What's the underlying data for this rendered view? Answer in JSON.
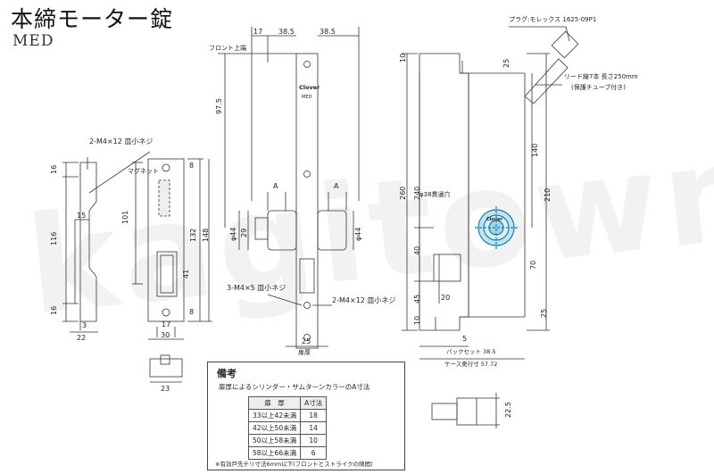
{
  "header": {
    "title": "本締モーター錠",
    "model": "MED"
  },
  "watermark": "kagitown",
  "labels": {
    "screw_top": "2-M4×12 皿小ネジ",
    "magnet": "マグネット",
    "front_edge": "フロント上端",
    "screw_mid": "3-M4×5 皿小ネジ",
    "screw_bottom": "2-M4×12 皿小ネジ",
    "door_thickness": "扉厚",
    "plug": "プラグ:モレックス 1625-09P1",
    "lead_1": "リード線7本 長さ250mm",
    "lead_2": "(保護チューブ付き)",
    "hole": "φ38貫通穴",
    "backset": "バックセット 38.5",
    "case_depth": "ケース奥行寸 57.72",
    "a_left": "A",
    "a_right": "A",
    "brand": "Clover",
    "brand_sub": "MED"
  },
  "dims": {
    "d16a": "16",
    "d116": "116",
    "d15": "15",
    "d16b": "16",
    "d3": "3",
    "d22": "22",
    "d101": "101",
    "d132": "132",
    "d148": "148",
    "d8a": "8",
    "d8b": "8",
    "d41": "41",
    "d17": "17",
    "d30": "30",
    "d23": "23",
    "t17": "17",
    "t385a": "38.5",
    "t385b": "38.5",
    "d975": "97.5",
    "phi44a": "φ44",
    "d29": "29",
    "phi44b": "φ44",
    "d25": "25",
    "r10a": "10",
    "r260": "260",
    "r240": "240",
    "r40": "40",
    "r45": "45",
    "r10b": "10",
    "r25a": "25",
    "r140": "140",
    "r210": "210",
    "r70": "70",
    "r25b": "25",
    "r20": "20",
    "r5": "5",
    "r225": "22.5"
  },
  "notes": {
    "title": "備考",
    "caption": "扉厚によるシリンダー・サムターンカラーのA寸法",
    "headers": [
      "扉　厚",
      "A寸法"
    ],
    "rows": [
      [
        "33以上42未満",
        "18"
      ],
      [
        "42以上50未満",
        "14"
      ],
      [
        "50以上58未満",
        "10"
      ],
      [
        "58以上66未満",
        "6"
      ]
    ],
    "footnote": "※有効戸先チリ寸法6mm以下(フロントとストライクの隙間)"
  }
}
